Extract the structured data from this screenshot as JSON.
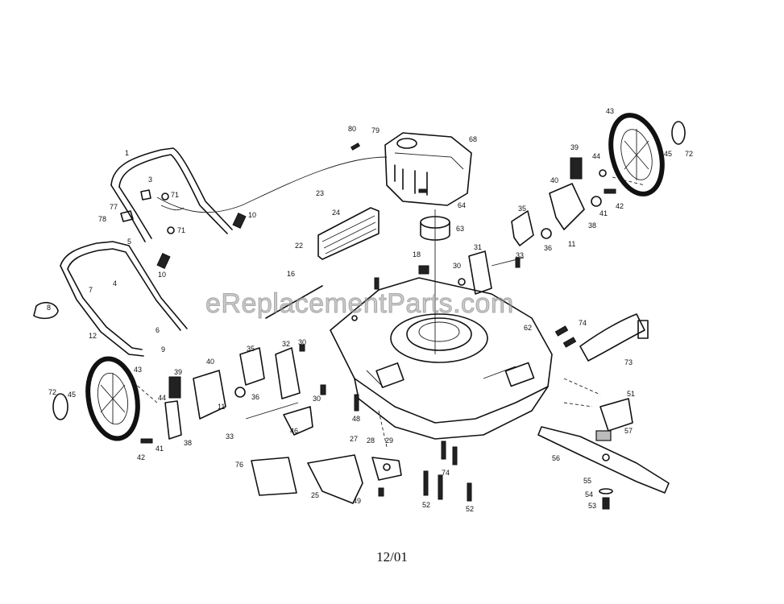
{
  "watermark": "eReplacementParts.com",
  "footer_date": "12/01",
  "callouts": [
    "1",
    "3",
    "4",
    "5",
    "6",
    "7",
    "8",
    "9",
    "10",
    "10",
    "11",
    "11",
    "12",
    "16",
    "18",
    "22",
    "23",
    "24",
    "25",
    "27",
    "28",
    "29",
    "30",
    "30",
    "30",
    "31",
    "32",
    "33",
    "33",
    "35",
    "35",
    "36",
    "36",
    "38",
    "38",
    "39",
    "39",
    "40",
    "40",
    "41",
    "41",
    "42",
    "42",
    "43",
    "43",
    "44",
    "44",
    "45",
    "45",
    "46",
    "48",
    "49",
    "51",
    "52",
    "52",
    "53",
    "54",
    "55",
    "56",
    "57",
    "62",
    "63",
    "64",
    "68",
    "71",
    "71",
    "72",
    "72",
    "73",
    "74",
    "74",
    "76",
    "77",
    "78",
    "79",
    "80"
  ]
}
